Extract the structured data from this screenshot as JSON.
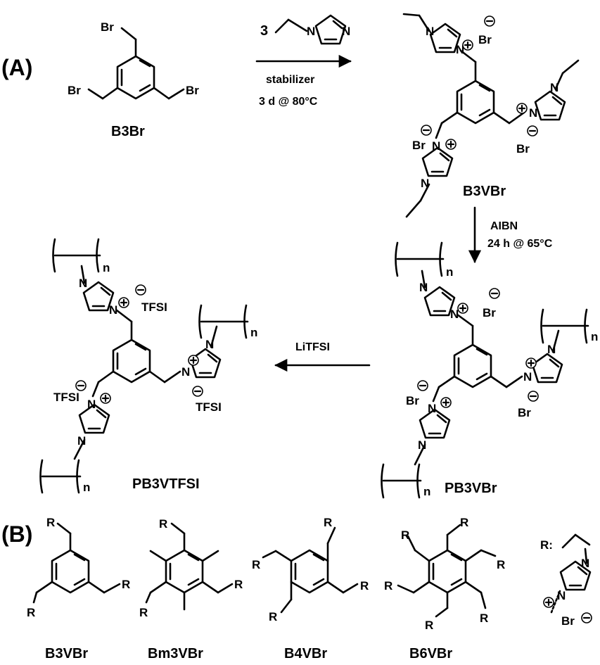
{
  "panels": {
    "a": "(A)",
    "b": "(B)"
  },
  "atoms": {
    "br": "Br",
    "n": "N",
    "r": "R",
    "tfsi": "TFSI",
    "n_sub": "n",
    "r_colon": "R:"
  },
  "compounds": {
    "b3br": "B3Br",
    "b3vbr": "B3VBr",
    "pb3vbr": "PB3VBr",
    "pb3vtfsi": "PB3VTFSI",
    "bm3vbr": "Bm3VBr",
    "b4vbr": "B4VBr",
    "b6vbr": "B6VBr"
  },
  "step1": {
    "equivalents": "3",
    "reagent2": "stabilizer",
    "conditions": "3 d @ 80°C"
  },
  "step2": {
    "reagent": "AIBN",
    "conditions": "24 h @ 65°C"
  },
  "step3": {
    "reagent": "LiTFSI"
  },
  "colors": {
    "ink": "#000000",
    "background": "#ffffff"
  }
}
